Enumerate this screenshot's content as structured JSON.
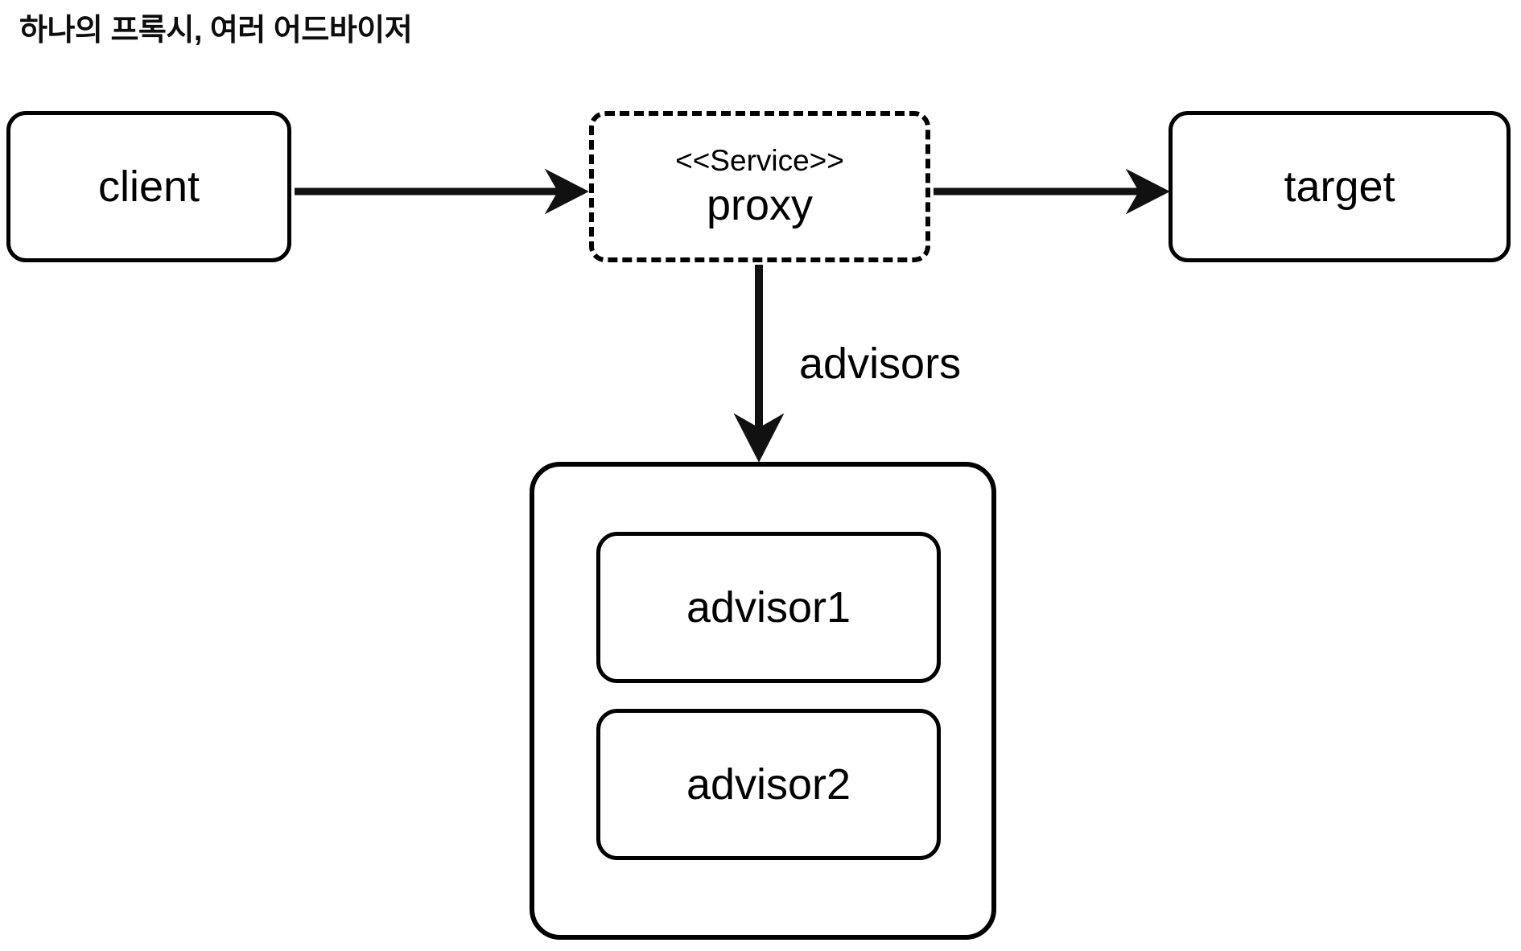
{
  "page": {
    "title": "하나의 프록시, 여러 어드바이저",
    "background_color": "#ffffff",
    "stroke_color": "#000000"
  },
  "diagram": {
    "type": "uml-object-diagram",
    "nodes": [
      {
        "id": "client",
        "label": "client",
        "stereotype": "",
        "border_style": "solid",
        "shape": "rounded-rectangle"
      },
      {
        "id": "proxy",
        "label": "proxy",
        "stereotype": "<<Service>>",
        "border_style": "dashed",
        "shape": "rounded-rectangle"
      },
      {
        "id": "target",
        "label": "target",
        "stereotype": "",
        "border_style": "solid",
        "shape": "rounded-rectangle"
      }
    ],
    "advisors_group": {
      "label": "",
      "border_style": "solid",
      "items": [
        {
          "id": "advisor1",
          "label": "advisor1"
        },
        {
          "id": "advisor2",
          "label": "advisor2"
        }
      ]
    },
    "edges": [
      {
        "id": "client-to-proxy",
        "from": "client",
        "to": "proxy",
        "label": "",
        "direction": "right"
      },
      {
        "id": "proxy-to-target",
        "from": "proxy",
        "to": "target",
        "label": "",
        "direction": "right"
      },
      {
        "id": "proxy-to-advisors",
        "from": "proxy",
        "to": "advisors_group",
        "label": "advisors",
        "direction": "down"
      }
    ]
  }
}
